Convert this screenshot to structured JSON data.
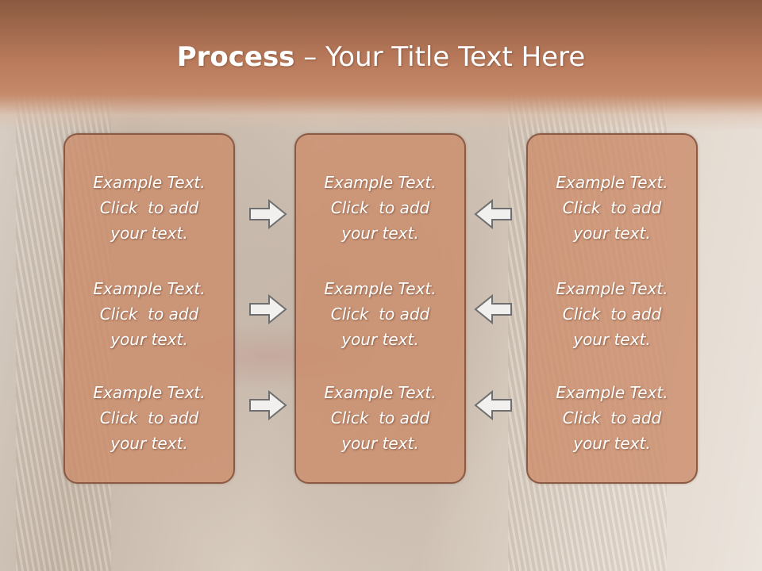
{
  "slide": {
    "title_bold": "Process",
    "title_rest": " – Your Title Text Here"
  },
  "columns": {
    "left": [
      [
        "Example Text.",
        "Click  to add",
        "your text."
      ],
      [
        "Example Text.",
        "Click  to add",
        "your text."
      ],
      [
        "Example Text.",
        "Click  to add",
        "your text."
      ]
    ],
    "center": [
      [
        "Example Text.",
        "Click  to add",
        "your text."
      ],
      [
        "Example Text.",
        "Click  to add",
        "your text."
      ],
      [
        "Example Text.",
        "Click  to add",
        "your text."
      ]
    ],
    "right": [
      [
        "Example Text.",
        "Click  to add",
        "your text."
      ],
      [
        "Example Text.",
        "Click  to add",
        "your text."
      ],
      [
        "Example Text.",
        "Click  to add",
        "your text."
      ]
    ]
  },
  "arrows": {
    "left_to_center": "arrow-right-icon",
    "right_to_center": "arrow-left-icon"
  },
  "colors": {
    "header_band": "#b8795a",
    "card_fill": "#cc8e6c",
    "card_border": "#8a5a44",
    "arrow_fill": "#f2f0ee",
    "arrow_stroke": "#6f6f6f"
  }
}
